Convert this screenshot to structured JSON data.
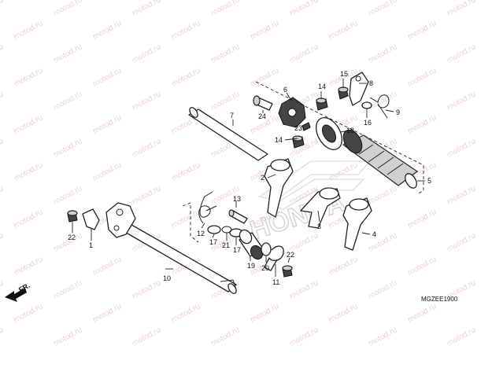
{
  "watermark": "motod.ru",
  "brand_watermark": "HONDA",
  "diagram_code": "MGZEE1900",
  "front_label": "FR.",
  "callouts": [
    "1",
    "2",
    "3",
    "4",
    "5",
    "6",
    "7",
    "8",
    "9",
    "10",
    "11",
    "12",
    "13",
    "14",
    "14",
    "15",
    "16",
    "17",
    "17",
    "18",
    "19",
    "20",
    "21",
    "22",
    "22",
    "23",
    "24"
  ]
}
